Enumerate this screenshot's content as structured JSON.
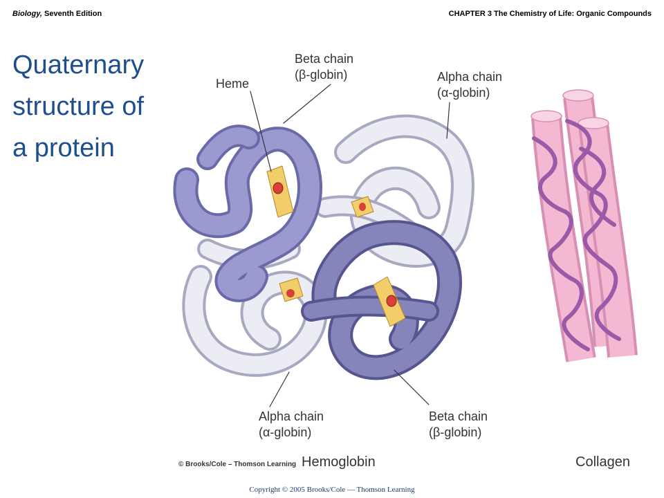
{
  "header": {
    "book_title": "Biology,",
    "book_edition": " Seventh Edition",
    "chapter": "CHAPTER 3 The Chemistry of Life: Organic Compounds"
  },
  "title_lines": [
    "Quaternary",
    "structure of",
    "a protein"
  ],
  "labels": {
    "heme": "Heme",
    "beta_top_1": "Beta chain",
    "beta_top_2": "(β-globin)",
    "alpha_top_1": "Alpha chain",
    "alpha_top_2": "(α-globin)",
    "alpha_bottom_1": "Alpha chain",
    "alpha_bottom_2": "(α-globin)",
    "beta_bottom_1": "Beta chain",
    "beta_bottom_2": "(β-globin)"
  },
  "captions": {
    "credit": "© Brooks/Cole – Thomson Learning",
    "hemoglobin": "Hemoglobin",
    "collagen": "Collagen"
  },
  "copyright": "Copyright © 2005 Brooks/Cole — Thomson Learning",
  "colors": {
    "title": "#1f4e8c",
    "beta_chain": "#9a9ad0",
    "alpha_chain": "#e8e8f2",
    "heme_plate": "#f3cd6a",
    "iron": "#d8403a",
    "collagen": "#f4b8d2",
    "collagen_helix": "#9a5aa8"
  }
}
